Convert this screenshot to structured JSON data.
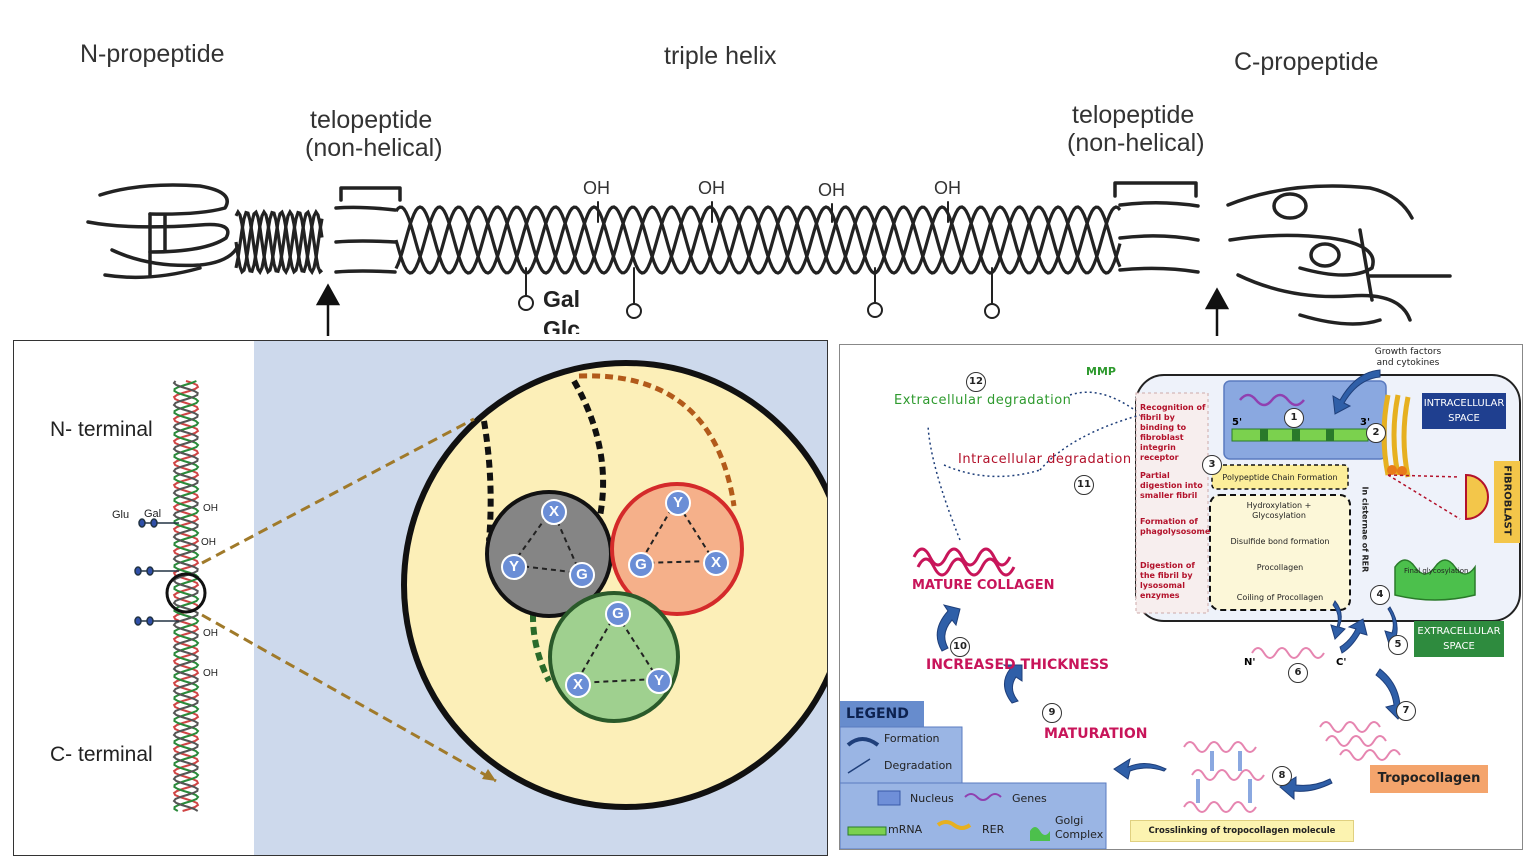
{
  "top_panel": {
    "n_propeptide": "N-propeptide",
    "triple_helix": "triple helix",
    "c_propeptide": "C-propeptide",
    "telopeptide_left": "telopeptide",
    "nonhelical_left": "(non-helical)",
    "telopeptide_right": "telopeptide",
    "nonhelical_right": "(non-helical)",
    "oh_labels": [
      "OH",
      "OH",
      "OH",
      "OH"
    ],
    "gal_label": "Gal",
    "glc_label": "Glc"
  },
  "bottom_left": {
    "n_terminal": "N- terminal",
    "c_terminal": "C- terminal",
    "glu": "Glu",
    "gal": "Gal",
    "oh_labels": [
      "OH",
      "OH",
      "OH",
      "OH"
    ],
    "grey_circle": {
      "top": "X",
      "left": "Y",
      "right": "G"
    },
    "red_circle": {
      "top": "Y",
      "left": "G",
      "right": "X"
    },
    "green_circle": {
      "top": "G",
      "left": "X",
      "right": "Y"
    }
  },
  "bottom_right": {
    "growth_factors": "Growth factors and cytokines",
    "mmp": "MMP",
    "extracellular_degradation": "Extracellular degradation",
    "intracellular_degradation": "Intracellular degradation",
    "intracellular_space": "INTRACELLULAR SPACE",
    "extracellular_space": "EXTRACELLULAR SPACE",
    "fibroblast": "FIBROBLAST",
    "five_prime": "5'",
    "three_prime": "3'",
    "recognition_text": "Recognition of fibril by binding to fibroblast integrin receptor",
    "partial_digestion": "Partial digestion into smaller fibril",
    "formation_phago": "Formation of phagolysosome",
    "digestion_fibril": "Digestion of the fibril by lysosomal enzymes",
    "polypeptide_chain": "Polypeptide Chain Formation",
    "hydroxylation": "Hydroxylation + Glycosylation",
    "disulfide": "Disulfide bond formation",
    "procollagen": "Procollagen",
    "coiling": "Coiling of Procollagen",
    "cisternae": "In cisternae of RER",
    "final_glyco": "Final glycosylation",
    "mature_collagen": "MATURE COLLAGEN",
    "increased_thickness": "INCREASED THICKNESS",
    "maturation": "MATURATION",
    "tropocollagen": "Tropocollagen",
    "crosslinking": "Crosslinking of tropocollagen molecule",
    "n_prime": "N'",
    "c_prime": "C'",
    "step_numbers": [
      "1",
      "2",
      "3",
      "4",
      "5",
      "6",
      "7",
      "8",
      "9",
      "10",
      "11",
      "12"
    ],
    "legend": {
      "title": "LEGEND",
      "formation": "Formation",
      "degradation": "Degradation",
      "nucleus": "Nucleus",
      "genes": "Genes",
      "mrna": "mRNA",
      "rer": "RER",
      "golgi": "Golgi Complex"
    },
    "colors": {
      "green_text": "#2e9a2e",
      "red_text": "#b3122b",
      "magenta": "#c8155a",
      "blue_arrow": "#2f5fa8",
      "intracellular_box": "#1f3f8f",
      "extracellular_box": "#2e8b3e",
      "fibroblast_box": "#f3c64a",
      "tropocollagen_box": "#f4a46c"
    }
  }
}
